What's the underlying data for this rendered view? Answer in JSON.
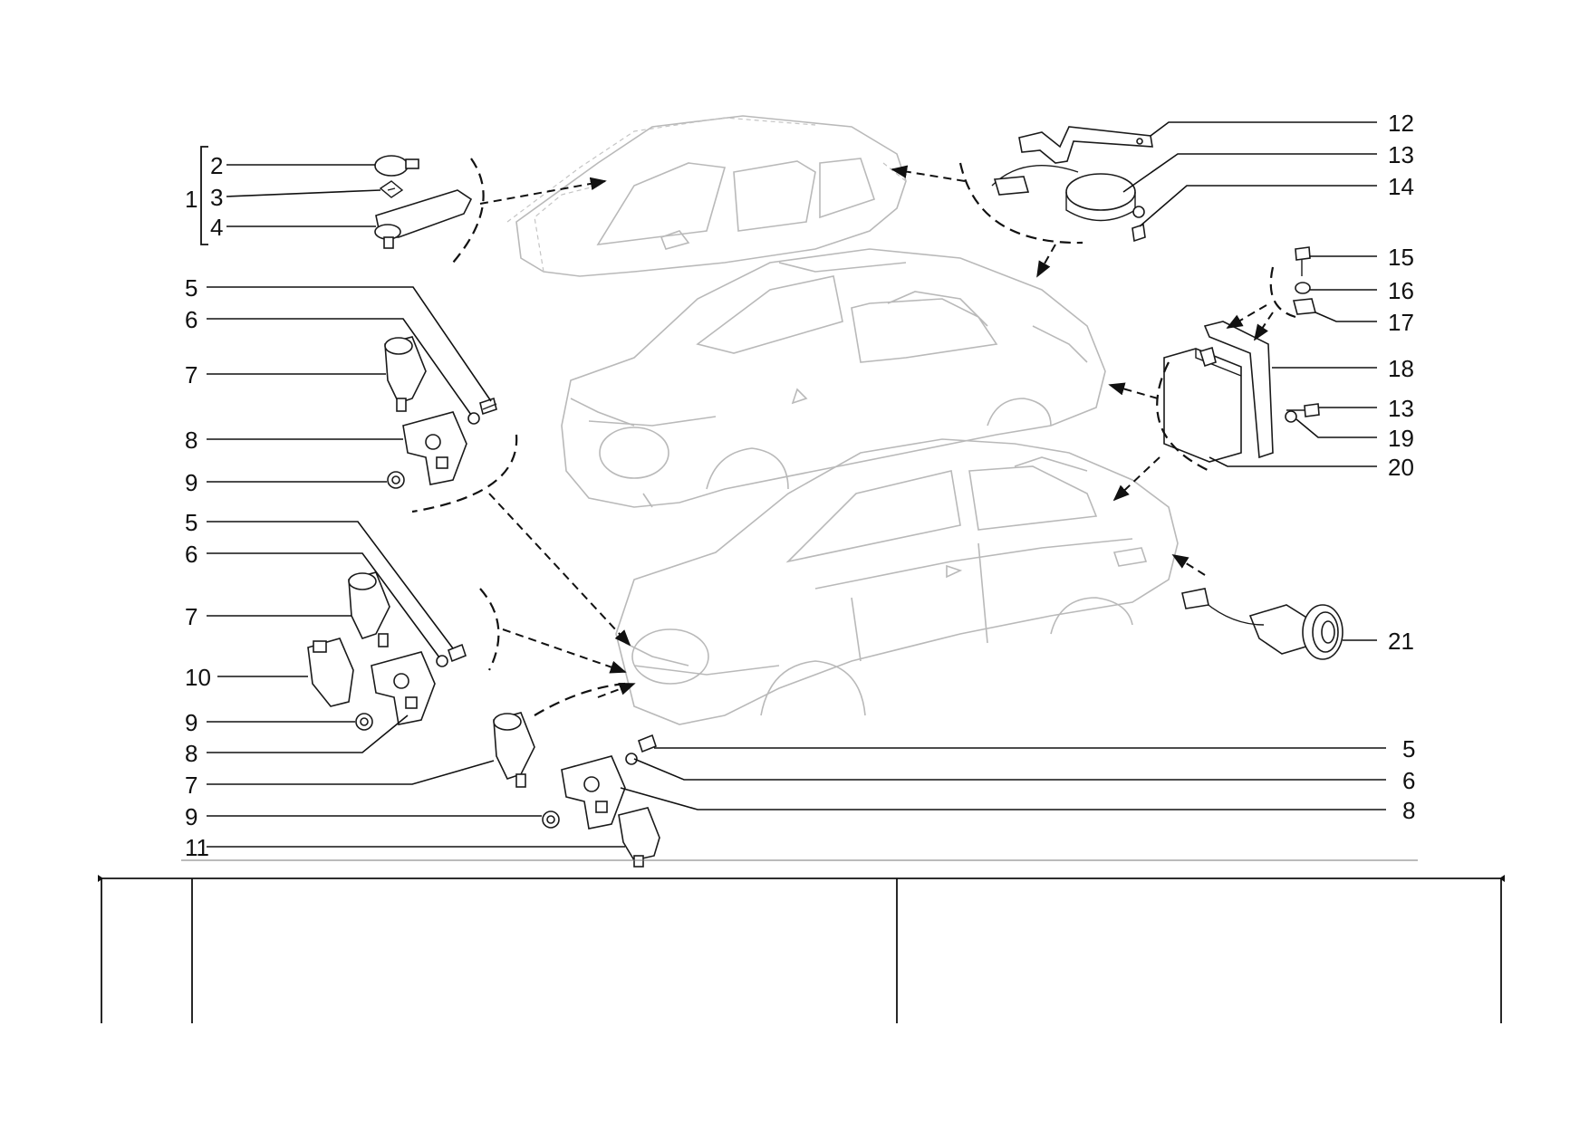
{
  "diagram": {
    "callouts": {
      "c1": "1",
      "c2": "2",
      "c3": "3",
      "c4": "4",
      "c5a": "5",
      "c6a": "6",
      "c7a": "7",
      "c8a": "8",
      "c9a": "9",
      "c5b": "5",
      "c6b": "6",
      "c7b": "7",
      "c10": "10",
      "c9b": "9",
      "c8b": "8",
      "c7c": "7",
      "c9c": "9",
      "c11": "11",
      "c5c": "5",
      "c6c": "6",
      "c8c": "8",
      "c12": "12",
      "c13a": "13",
      "c14": "14",
      "c15": "15",
      "c16": "16",
      "c17": "17",
      "c18": "18",
      "c13b": "13",
      "c19": "19",
      "c20": "20",
      "c21": "21"
    }
  }
}
